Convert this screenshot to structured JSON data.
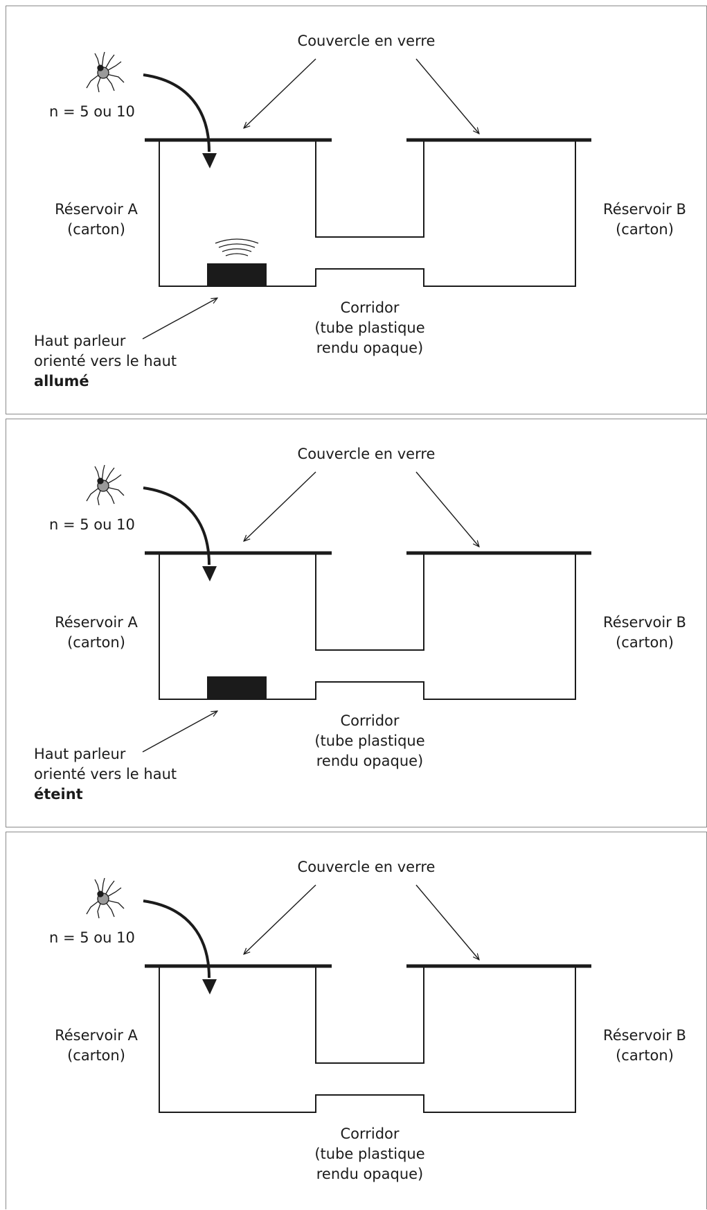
{
  "panels": [
    {
      "lid_label": "Couvercle en verre",
      "spider_count": "n = 5 ou 10",
      "tank_a": [
        "Réservoir A",
        "(carton)"
      ],
      "tank_b": [
        "Réservoir B",
        "(carton)"
      ],
      "corridor": [
        "Corridor",
        "(tube plastique",
        "rendu opaque)"
      ],
      "speaker_label": [
        "Haut parleur",
        "orienté vers le haut"
      ],
      "speaker_state": "allumé",
      "speaker_present": true,
      "speaker_on": true
    },
    {
      "lid_label": "Couvercle en verre",
      "spider_count": "n = 5 ou 10",
      "tank_a": [
        "Réservoir A",
        "(carton)"
      ],
      "tank_b": [
        "Réservoir B",
        "(carton)"
      ],
      "corridor": [
        "Corridor",
        "(tube plastique",
        "rendu opaque)"
      ],
      "speaker_label": [
        "Haut parleur",
        "orienté vers le haut"
      ],
      "speaker_state": "éteint",
      "speaker_present": true,
      "speaker_on": false
    },
    {
      "lid_label": "Couvercle en verre",
      "spider_count": "n = 5 ou 10",
      "tank_a": [
        "Réservoir A",
        "(carton)"
      ],
      "tank_b": [
        "Réservoir B",
        "(carton)"
      ],
      "corridor": [
        "Corridor",
        "(tube plastique",
        "rendu opaque)"
      ],
      "speaker_present": false,
      "speaker_on": false
    }
  ],
  "colors": {
    "stroke": "#1b1b1b",
    "frame": "#8a8a8a",
    "spider_body": "#9a9a9a"
  }
}
